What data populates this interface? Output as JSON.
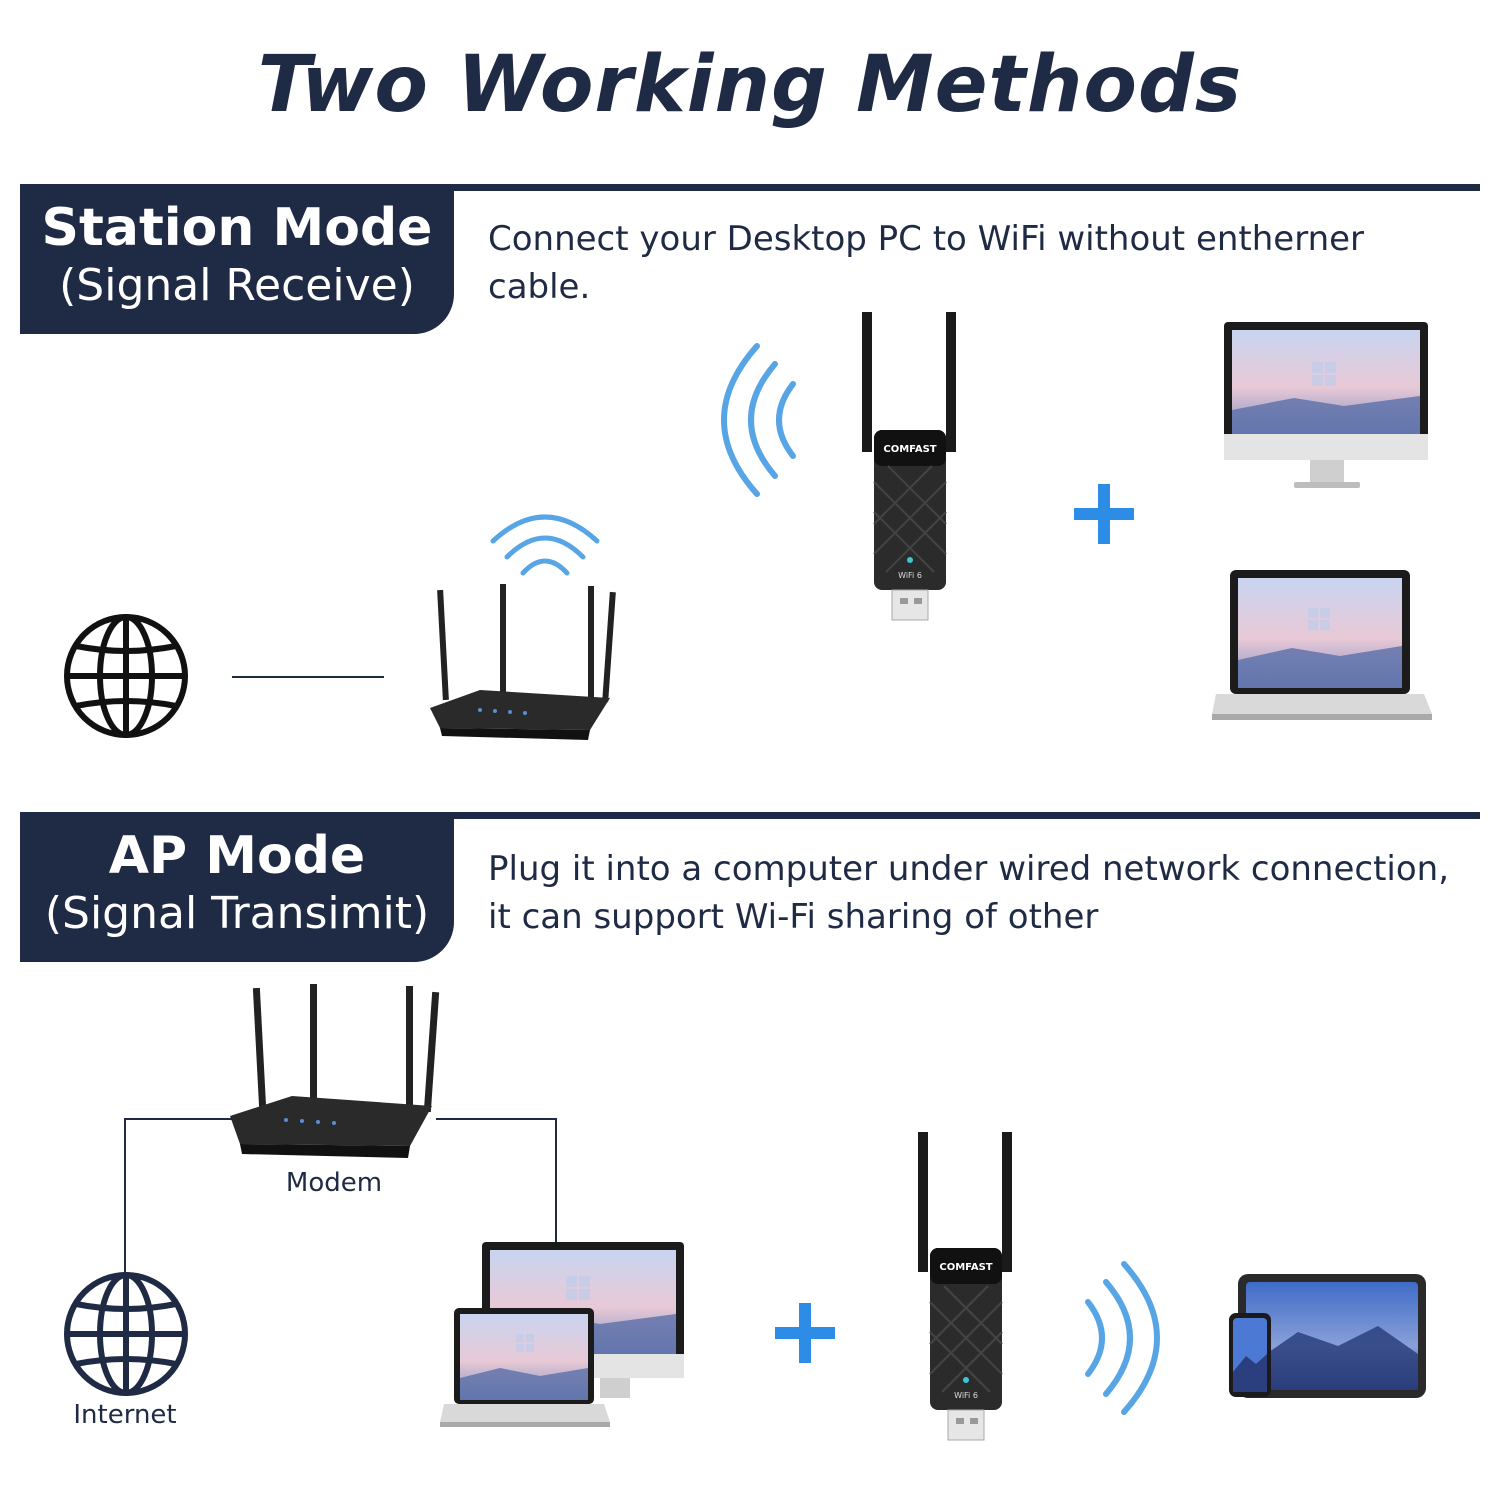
{
  "title": "Two Working Methods",
  "station": {
    "mode": "Station Mode",
    "sub": "(Signal Receive)",
    "desc_line1": "Connect your Desktop PC to WiFi without entherner",
    "desc_line2": "cable."
  },
  "ap": {
    "mode": "AP Mode",
    "sub": "(Signal Transimit)",
    "desc_line1": "Plug it into a computer under wired network connection,",
    "desc_line2": "it can support Wi-Fi sharing of other",
    "modem_label": "Modem",
    "internet_label": "Internet"
  },
  "adapter": {
    "brand": "COMFAST",
    "badge": "WiFi 6"
  },
  "colors": {
    "navy": "#1f2a44",
    "accent_blue": "#2d8de6",
    "wave_blue": "#2f8fe0"
  },
  "icons": [
    "globe-icon",
    "router-icon",
    "usb-adapter-icon",
    "monitor-icon",
    "laptop-icon",
    "tablet-icon",
    "phone-icon",
    "wifi-waves-icon",
    "plus-icon"
  ]
}
